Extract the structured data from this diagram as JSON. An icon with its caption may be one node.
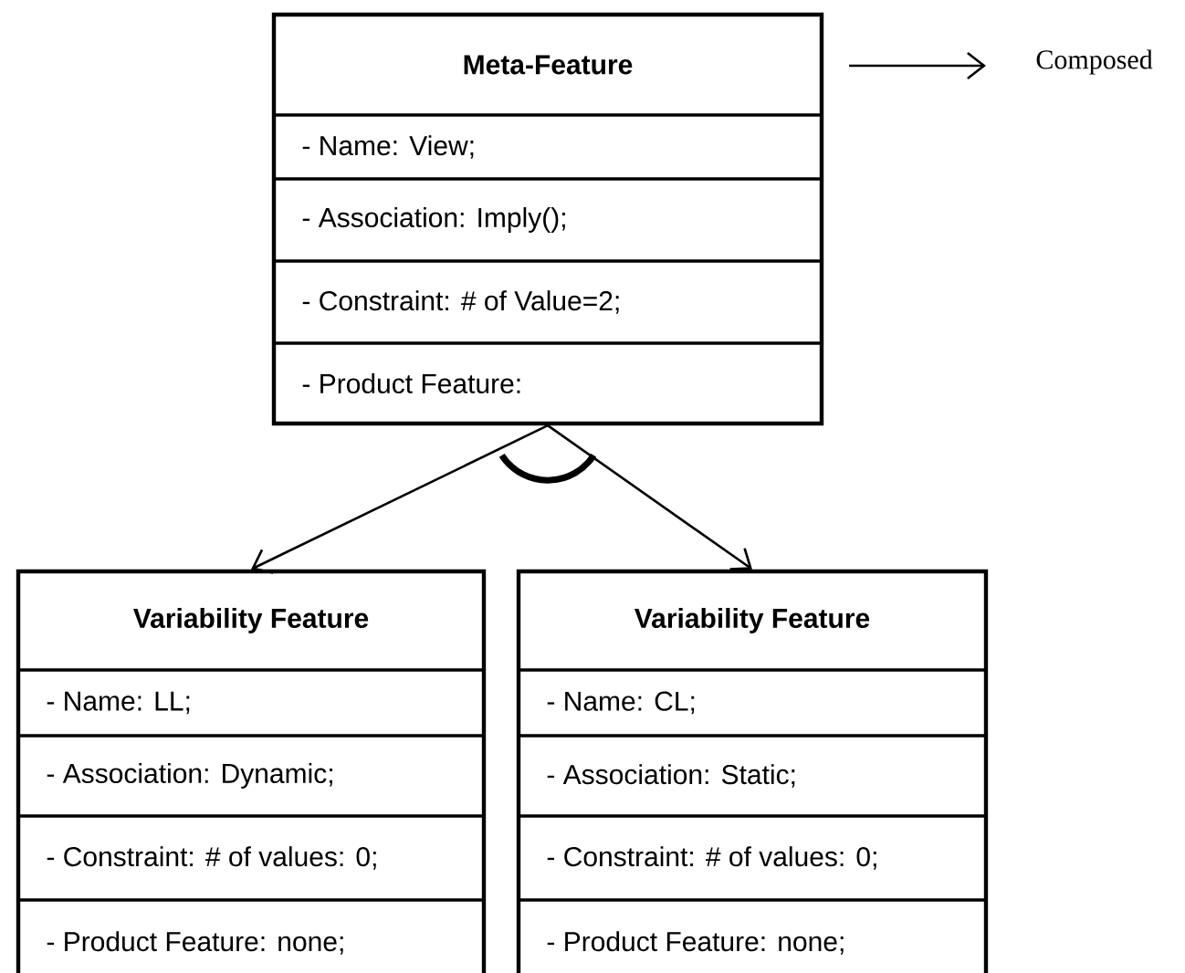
{
  "diagram": {
    "nodes": [
      {
        "text": [
          "Meta-Feature",
          "- Name: View;",
          "- Association: Imply();",
          "- Constraint: # of Value=2;",
          "- Product Feature:"
        ]
      },
      {
        "text": [
          "Variability Feature",
          "- Name: LL;",
          "- Association: Dynamic;",
          "- Constraint: # of values: 0;",
          "- Product Feature: none;"
        ]
      },
      {
        "text": [
          "Variability Feature",
          "- Name: CL;",
          "- Association: Static;",
          "- Constraint: # of values: 0;",
          "- Product Feature: none;"
        ]
      }
    ],
    "edges": [
      {
        "from": 0,
        "to": 1,
        "arrow": "to"
      },
      {
        "from": 0,
        "to": 2,
        "arrow": "to"
      }
    ],
    "legend": [
      {
        "text": "Composed"
      }
    ]
  }
}
